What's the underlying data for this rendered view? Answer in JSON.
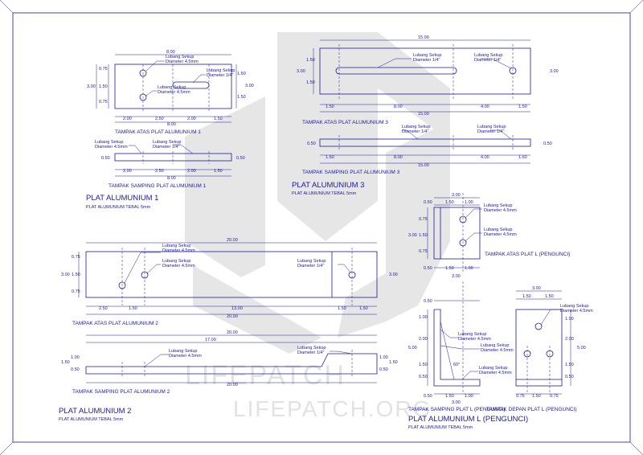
{
  "watermark": {
    "brand": "LIFEPATCH",
    "url": "LIFEPATCH.ORG"
  },
  "plat1": {
    "top_caption": "TAMPAK ATAS PLAT ALUMUNIUM 1",
    "side_caption": "TAMPAK SAMPING PLAT ALUMUNIUM 1",
    "title": "PLAT ALUMUNIUM 1",
    "subtitle": "PLAT ALUMUNIUM TEBAL 5mm",
    "note_hole45_a": [
      "Lubang Sekup",
      "Diameter 4.5mm"
    ],
    "note_slot": [
      "Lubang Sekup",
      "Diameter 1/4\""
    ],
    "note_hole45_b": [
      "Lubang Sekup",
      "Diameter 4.5mm"
    ],
    "side_note_a": [
      "Lubang Sekup",
      "Diameter 4.5mm"
    ],
    "side_note_b": [
      "Lubang Sekup",
      "Diameter 1/4\""
    ],
    "dim_total": "8.00",
    "dim_h": "3.00",
    "dim_075": "0.75",
    "dim_150": "1.50",
    "dim_200": "2.00",
    "dim_250": "2.50",
    "dim_050": "0.50"
  },
  "plat3": {
    "top_caption": "TAMPAK ATAS PLAT ALUMUNIUM 3",
    "side_caption": "TAMPAK SAMPING PLAT ALUMUNIUM 3",
    "title": "PLAT ALUMUNIUM 3",
    "subtitle": "PLAT ALUMUNIUM TEBAL 5mm",
    "note_a": [
      "Lubang Sekup",
      "Diameter 1/4\""
    ],
    "note_b": [
      "Lubang Sekup",
      "Diameter 1/4\""
    ],
    "dim_total": "15.00",
    "dim_h": "3.00",
    "dim_150": "1.50",
    "dim_800": "8.00",
    "dim_400": "4.00",
    "dim_050": "0.50"
  },
  "plat2": {
    "top_caption": "TAMPAK ATAS PLAT ALUMUNIUM 2",
    "side_caption": "TAMPAK SAMPING PLAT ALUMUNIUM 2",
    "title": "PLAT ALUMUNIUM 2",
    "subtitle": "PLAT ALUMUNIUM TEBAL 5mm",
    "note_a": [
      "Lubang Sekup",
      "Diameter 4.5mm"
    ],
    "note_b": [
      "Lubang Sekup",
      "Diameter 4.5mm"
    ],
    "note_c": [
      "Lubang Sekup",
      "Diameter 1/4\""
    ],
    "side_note_a": [
      "Lubang Sekup",
      "Diameter 4.5mm"
    ],
    "side_note_b": [
      "Lubang Sekup",
      "Diameter 1/4\""
    ],
    "dim_total": "20.00",
    "dim_h": "3.00",
    "dim_075": "0.75",
    "dim_150": "1.50",
    "dim_250": "2.50",
    "dim_1300": "13.00",
    "dim_1700": "17.00",
    "dim_100": "1.00",
    "dim_050": "0.50"
  },
  "platL": {
    "top_caption": "TAMPAK ATAS PLAT L (PENGUNCI)",
    "side_caption": "TAMPAK SAMPING PLAT L (PENGUNCI)",
    "front_caption": "TAMPAK DEPAN PLAT L (PENGUNCI)",
    "title": "PLAT ALUMUNIUM L (PENGUNCI)",
    "subtitle": "PLAT ALUMUNIUM TEBAL 5mm",
    "note_top_a": [
      "Lubang Sekup",
      "Diameter 4.5mm"
    ],
    "note_top_b": [
      "Lubang Sekup",
      "Diameter 4.5mm"
    ],
    "note_side_a": [
      "Lubang Sekup",
      "Diameter 4.5mm"
    ],
    "note_side_b": [
      "Lubang Sekup",
      "Diameter 4.5mm"
    ],
    "note_side_c": [
      "Lubang Sekup",
      "Diameter 4.5mm"
    ],
    "note_front": [
      "Lubang Sekup",
      "Diameter 4.5mm"
    ],
    "angle": "60°",
    "dim_300": "3.00",
    "dim_050": "0.50",
    "dim_150": "1.50",
    "dim_100": "1.00",
    "dim_075": "0.75",
    "dim_200": "2.00",
    "dim_500": "5.00"
  }
}
